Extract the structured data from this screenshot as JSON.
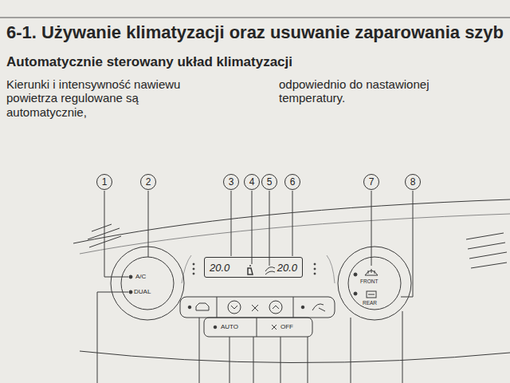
{
  "diagram": {
    "title": "6-1. Używanie klimatyzacji oraz usuwanie zaparowania szyb",
    "nodes": [
      {
        "text": [
          "1"
        ]
      },
      {
        "text": [
          "2"
        ]
      },
      {
        "text": [
          "3"
        ]
      },
      {
        "text": [
          "4"
        ]
      },
      {
        "text": [
          "5"
        ]
      },
      {
        "text": [
          "6"
        ]
      },
      {
        "text": [
          "7"
        ]
      },
      {
        "text": [
          "8"
        ]
      },
      {
        "text": [
          "20.0",
          "20.0"
        ]
      }
    ],
    "labels": [
      "Automatycznie sterowany układ klimatyzacji",
      "Kierunki i intensywność nawiewu powietrza regulowane są automatycznie,",
      "odpowiednio do nastawionej temperatury.",
      "A/C",
      "DUAL",
      "AUTO",
      "OFF",
      "FRONT",
      "REAR"
    ]
  }
}
